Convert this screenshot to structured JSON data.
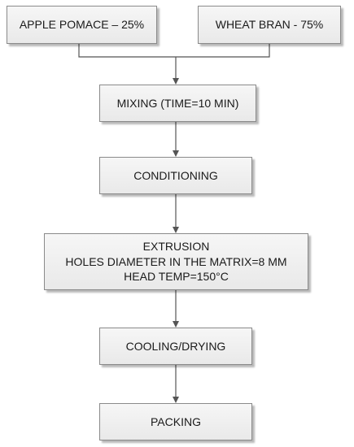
{
  "diagram": {
    "steps": {
      "apple_pomace": "APPLE POMACE – 25%",
      "wheat_bran": "WHEAT BRAN - 75%",
      "mixing": "MIXING (TIME=10 MIN)",
      "conditioning": "CONDITIONING",
      "extrusion": {
        "line1": "EXTRUSION",
        "line2": "HOLES DIAMETER IN THE MATRIX=8 MM",
        "line3": "HEAD TEMP=150°C"
      },
      "cooling_drying": "COOLING/DRYING",
      "packing": "PACKING"
    },
    "colors": {
      "box_border": "#8a8a8a",
      "box_fill": "#efefef",
      "connector": "#555555",
      "text": "#1a1a1a"
    }
  }
}
